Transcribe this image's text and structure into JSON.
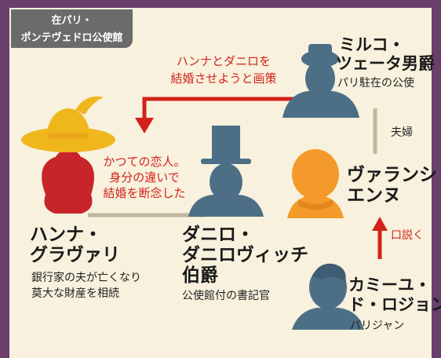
{
  "header": {
    "line1": "在パリ・",
    "line2": "ポンテヴェドロ公使館"
  },
  "people": {
    "mirko": {
      "name1": "ミルコ・",
      "name2": "ツェータ男爵",
      "desc": "パリ駐在の公使"
    },
    "hanna": {
      "name1": "ハンナ・",
      "name2": "グラヴァリ",
      "desc1": "銀行家の夫が亡くなり",
      "desc2": "莫大な財産を相続"
    },
    "danilo": {
      "name1": "ダニロ・",
      "name2": "ダニロヴィッチ",
      "name3": "伯爵",
      "desc": "公使館付の書記官"
    },
    "valencienne": {
      "name1": "ヴァランシ",
      "name2": "エンヌ"
    },
    "camille": {
      "name1": "カミーユ・",
      "name2": "ド・ロジョン",
      "desc": "パリジャン"
    }
  },
  "relations": {
    "scheme": {
      "line1": "ハンナとダニロを",
      "line2": "結婚させようと画策"
    },
    "past": {
      "line1": "かつての恋人。",
      "line2": "身分の違いで",
      "line3": "結婚を断念した"
    },
    "married": "夫婦",
    "woo": "口説く"
  },
  "colors": {
    "accent_red": "#d3221b",
    "hanna_red": "#c8252a",
    "hanna_yellow": "#f0b71d",
    "silhouette_blue": "#4d6f86",
    "valencienne_orange": "#f39a2a",
    "frame_purple": "#6a3f6c"
  }
}
